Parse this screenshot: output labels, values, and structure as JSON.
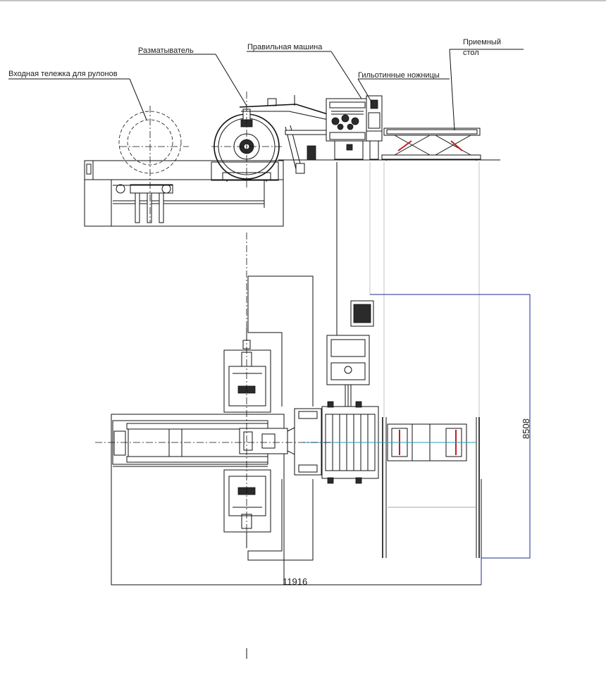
{
  "labels": {
    "coil_cart": "Входная тележка для рулонов",
    "uncoiler": "Разматыватель",
    "straightener": "Правильная машина",
    "shears": "Гильотинные ножницы",
    "table_line1": "Приемный",
    "table_line2": "стол"
  },
  "dimensions": {
    "overall_length": "11916",
    "overall_width": "8508"
  },
  "colors": {
    "lines": "#111111",
    "dimension_box": "#1c2a8c",
    "scissor_links": "#c02020",
    "strip_axis": "#1f9fbf"
  }
}
